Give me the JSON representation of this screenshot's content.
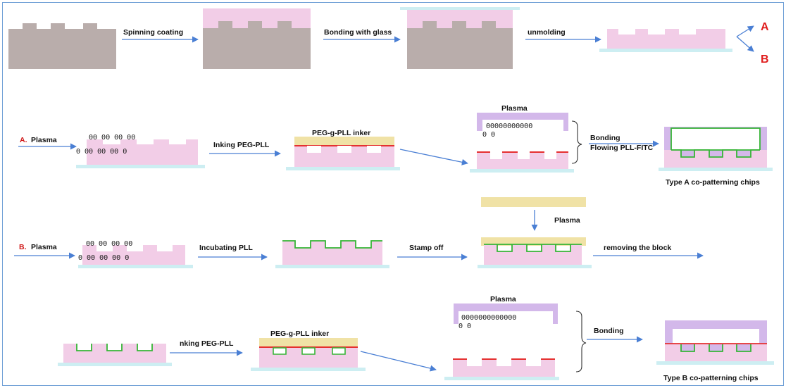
{
  "row1": {
    "step1": "Spinning coating",
    "step2": "Bonding with glass",
    "step3": "unmolding",
    "branch_a": "A",
    "branch_b": "B"
  },
  "rowA": {
    "prefix": "A.",
    "plasma_label": "Plasma",
    "step_inking": "Inking PEG-PLL",
    "inker_label": "PEG-g-PLL inker",
    "plasma_top": "Plasma",
    "bonding": "Bonding",
    "flowing": "Flowing PLL-FITC",
    "result": "Type A co-patterning chips",
    "charges_1": "ΘΘ   ΘΘ   ΘΘ   ΘΘ",
    "charges_2": "Θ    ΘΘ   ΘΘ   ΘΘ   Θ",
    "charges_top": "ΘΘΘΘΘΘΘΘΘΘΘ",
    "charges_top2": "Θ                Θ"
  },
  "rowB": {
    "prefix": "B.",
    "plasma_label": "Plasma",
    "step_incubating": "Incubating PLL",
    "step_stamp": "Stamp off",
    "plasma_down": "Plasma",
    "removing": "removing the block",
    "charges_1": "ΘΘ   ΘΘ   ΘΘ   ΘΘ",
    "charges_2": "Θ    ΘΘ   ΘΘ   ΘΘ   Θ"
  },
  "rowB2": {
    "step_inking": "nking PEG-PLL",
    "inker_label": "PEG-g-PLL inker",
    "plasma_top": "Plasma",
    "bonding": "Bonding",
    "result": "Type B co-patterning chips",
    "charges_top": "ΘΘΘΘΘΘΘΘΘΘΘΘΘ",
    "charges_top2": "Θ                    Θ"
  },
  "colors": {
    "mold": "#b9adab",
    "pdms": "#f2cde7",
    "glass": "#cdeef2",
    "inker": "#f0e2a6",
    "red": "#e53030",
    "green": "#36b536",
    "purple": "#d3b8ea",
    "arrow": "#4a7fd4"
  }
}
